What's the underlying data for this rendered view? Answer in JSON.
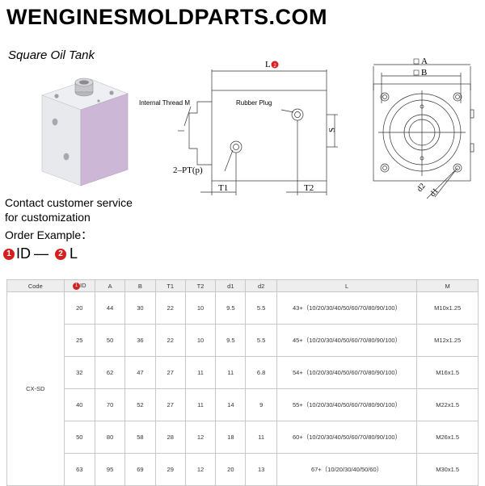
{
  "header": {
    "site_title": "WENGINESMOLDPARTS.COM"
  },
  "product": {
    "title": "Square Oil Tank"
  },
  "contact": {
    "line1": "Contact customer service",
    "line2": "for customization"
  },
  "order": {
    "label": "Order Example：",
    "badge1": "1",
    "item1": "ID",
    "sep": "—",
    "badge2": "2",
    "item2": "L"
  },
  "diagram": {
    "dim_L": "L",
    "dim_L_badge": "2",
    "internal_thread": "Internal Thread M",
    "rubber_plug": "Rubber Plug",
    "dim_S": "S",
    "pt_label": "2–PT(p)",
    "dim_T1": "T1",
    "dim_T2": "T2",
    "dim_A": "A",
    "dim_B": "B",
    "dim_d1": "d1",
    "dim_d2": "d2"
  },
  "table": {
    "headers": [
      "Code",
      "ID",
      "A",
      "B",
      "T1",
      "T2",
      "d1",
      "d2",
      "L",
      "M"
    ],
    "id_badge": "1",
    "code": "CX-SD",
    "rows": [
      [
        "20",
        "44",
        "30",
        "22",
        "10",
        "9.5",
        "5.5",
        "43+（10/20/30/40/50/60/70/80/90/100）",
        "M10x1.25"
      ],
      [
        "25",
        "50",
        "36",
        "22",
        "10",
        "9.5",
        "5.5",
        "45+（10/20/30/40/50/60/70/80/90/100）",
        "M12x1.25"
      ],
      [
        "32",
        "62",
        "47",
        "27",
        "11",
        "11",
        "6.8",
        "54+（10/20/30/40/50/60/70/80/90/100）",
        "M16x1.5"
      ],
      [
        "40",
        "70",
        "52",
        "27",
        "11",
        "14",
        "9",
        "55+（10/20/30/40/50/60/70/80/90/100）",
        "M22x1.5"
      ],
      [
        "50",
        "80",
        "58",
        "28",
        "12",
        "18",
        "11",
        "60+（10/20/30/40/50/60/70/80/90/100）",
        "M26x1.5"
      ],
      [
        "63",
        "95",
        "69",
        "29",
        "12",
        "20",
        "13",
        "67+（10/20/30/40/50/60）",
        "M30x1.5"
      ]
    ]
  }
}
